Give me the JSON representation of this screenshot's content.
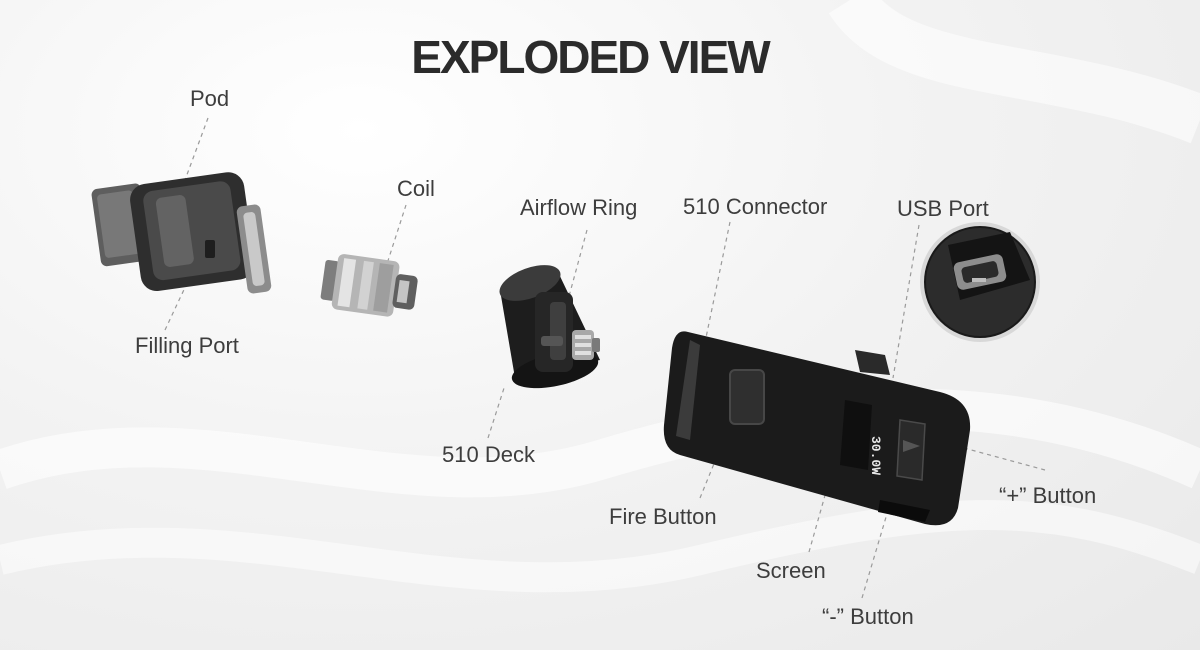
{
  "title": "EXPLODED VIEW",
  "labels": {
    "pod": "Pod",
    "coil": "Coil",
    "airflow_ring": "Airflow Ring",
    "connector_510": "510 Connector",
    "usb_port": "USB Port",
    "filling_port": "Filling Port",
    "deck_510": "510 Deck",
    "fire_button": "Fire Button",
    "plus_button": "“+” Button",
    "screen": "Screen",
    "minus_button": "“-” Button"
  },
  "screen_readout": "30.0W"
}
